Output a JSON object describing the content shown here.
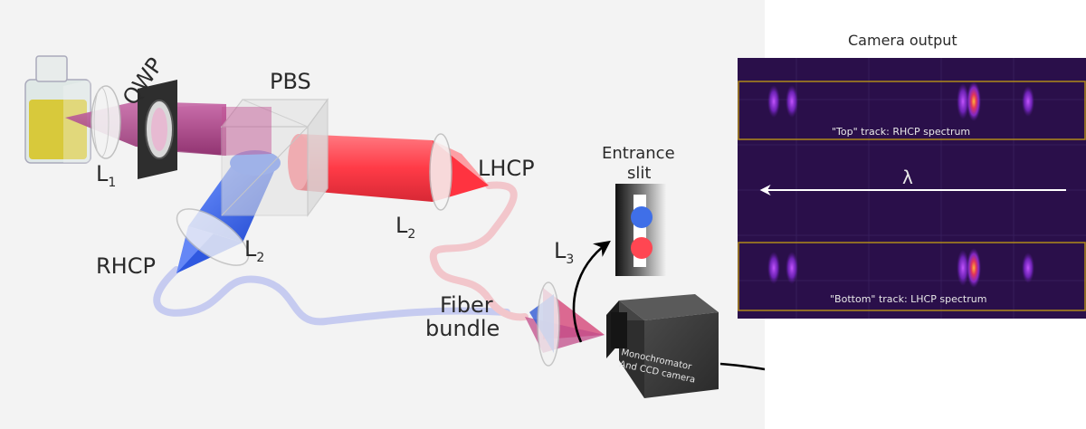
{
  "setup": {
    "label_qwp": "QWP",
    "label_pbs": "PBS",
    "label_l1_main": "L",
    "label_l1_sub": "1",
    "label_l2_main": "L",
    "label_l2_sub": "2",
    "label_l3_main": "L",
    "label_l3_sub": "3",
    "label_lhcp": "LHCP",
    "label_rhcp": "RHCP",
    "label_entrance_line1": "Entrance",
    "label_entrance_line2": "slit",
    "label_fiber_line1": "Fiber",
    "label_fiber_line2": "bundle",
    "device_line1": "Monochromator",
    "device_line2": "And CCD camera"
  },
  "camera": {
    "title": "Camera output",
    "top_track_label": "\"Top\" track: RHCP spectrum",
    "bottom_track_label": "\"Bottom\" track: LHCP spectrum",
    "lambda_label": "λ"
  },
  "colors": {
    "rhcp_blue": "#3f6fe8",
    "lhcp_red": "#ff4652",
    "camera_bg": "#2a0f4a",
    "track_box": "#b08a1a"
  }
}
